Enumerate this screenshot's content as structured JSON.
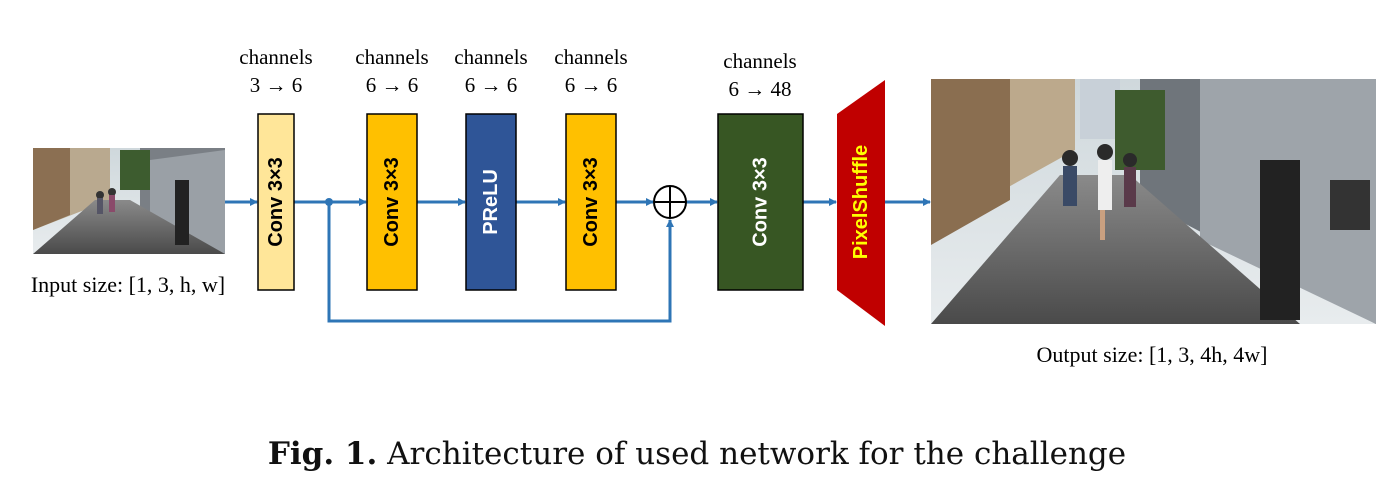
{
  "input": {
    "size_label": "Input size: [1, 3, h, w]"
  },
  "output": {
    "size_label": "Output size: [1, 3, 4h, 4w]"
  },
  "blocks": [
    {
      "label": "Conv 3×3",
      "channels_title": "channels",
      "channels": "3 → 6",
      "fill": "#FFE699",
      "text_color": "#000000"
    },
    {
      "label": "Conv 3×3",
      "channels_title": "channels",
      "channels": "6 → 6",
      "fill": "#FFC000",
      "text_color": "#000000"
    },
    {
      "label": "PReLU",
      "channels_title": "channels",
      "channels": "6 → 6",
      "fill": "#2F5597",
      "text_color": "#FFFFFF"
    },
    {
      "label": "Conv 3×3",
      "channels_title": "channels",
      "channels": "6 → 6",
      "fill": "#FFC000",
      "text_color": "#000000"
    },
    {
      "label": "Conv 3×3",
      "channels_title": "channels",
      "channels": "6 → 48",
      "fill": "#375623",
      "text_color": "#FFFFFF"
    }
  ],
  "pixelshuffle": {
    "label": "PixelShuffle",
    "fill": "#C00000",
    "text_color": "#FFFF00"
  },
  "add_symbol": "⊕",
  "arrow_color": "#2E75B6",
  "caption": {
    "prefix": "Fig. 1.",
    "text": "Architecture of used network for the challenge"
  }
}
